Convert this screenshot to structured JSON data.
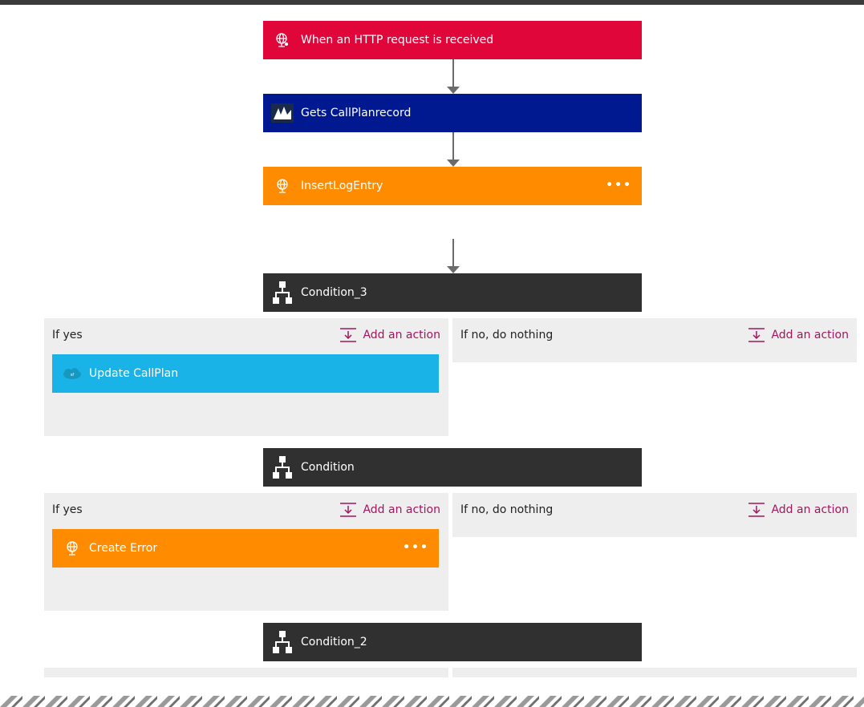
{
  "steps": {
    "trigger": {
      "label": "When an HTTP request is received",
      "icon": "globe-request-icon",
      "color": "#e0063a"
    },
    "crm": {
      "label": "Gets CallPlanrecord",
      "icon": "dynamics-crm-icon",
      "color": "#001990"
    },
    "log": {
      "label": "InsertLogEntry",
      "icon": "globe-icon",
      "color": "#ff8c00",
      "more": "•••"
    }
  },
  "conditions": [
    {
      "label": "Condition_3",
      "yes": {
        "header": "If yes",
        "add": "Add an action",
        "action": {
          "label": "Update CallPlan",
          "icon": "salesforce-icon",
          "color": "#1ab3e8"
        }
      },
      "no": {
        "header": "If no, do nothing",
        "add": "Add an action"
      }
    },
    {
      "label": "Condition",
      "yes": {
        "header": "If yes",
        "add": "Add an action",
        "action": {
          "label": "Create Error",
          "icon": "globe-icon",
          "color": "#ff8c00",
          "more": "•••"
        }
      },
      "no": {
        "header": "If no, do nothing",
        "add": "Add an action"
      }
    },
    {
      "label": "Condition_2"
    }
  ],
  "colors": {
    "condition": "#303030",
    "branch_bg": "#eeeeee",
    "add_action": "#a0165e"
  }
}
